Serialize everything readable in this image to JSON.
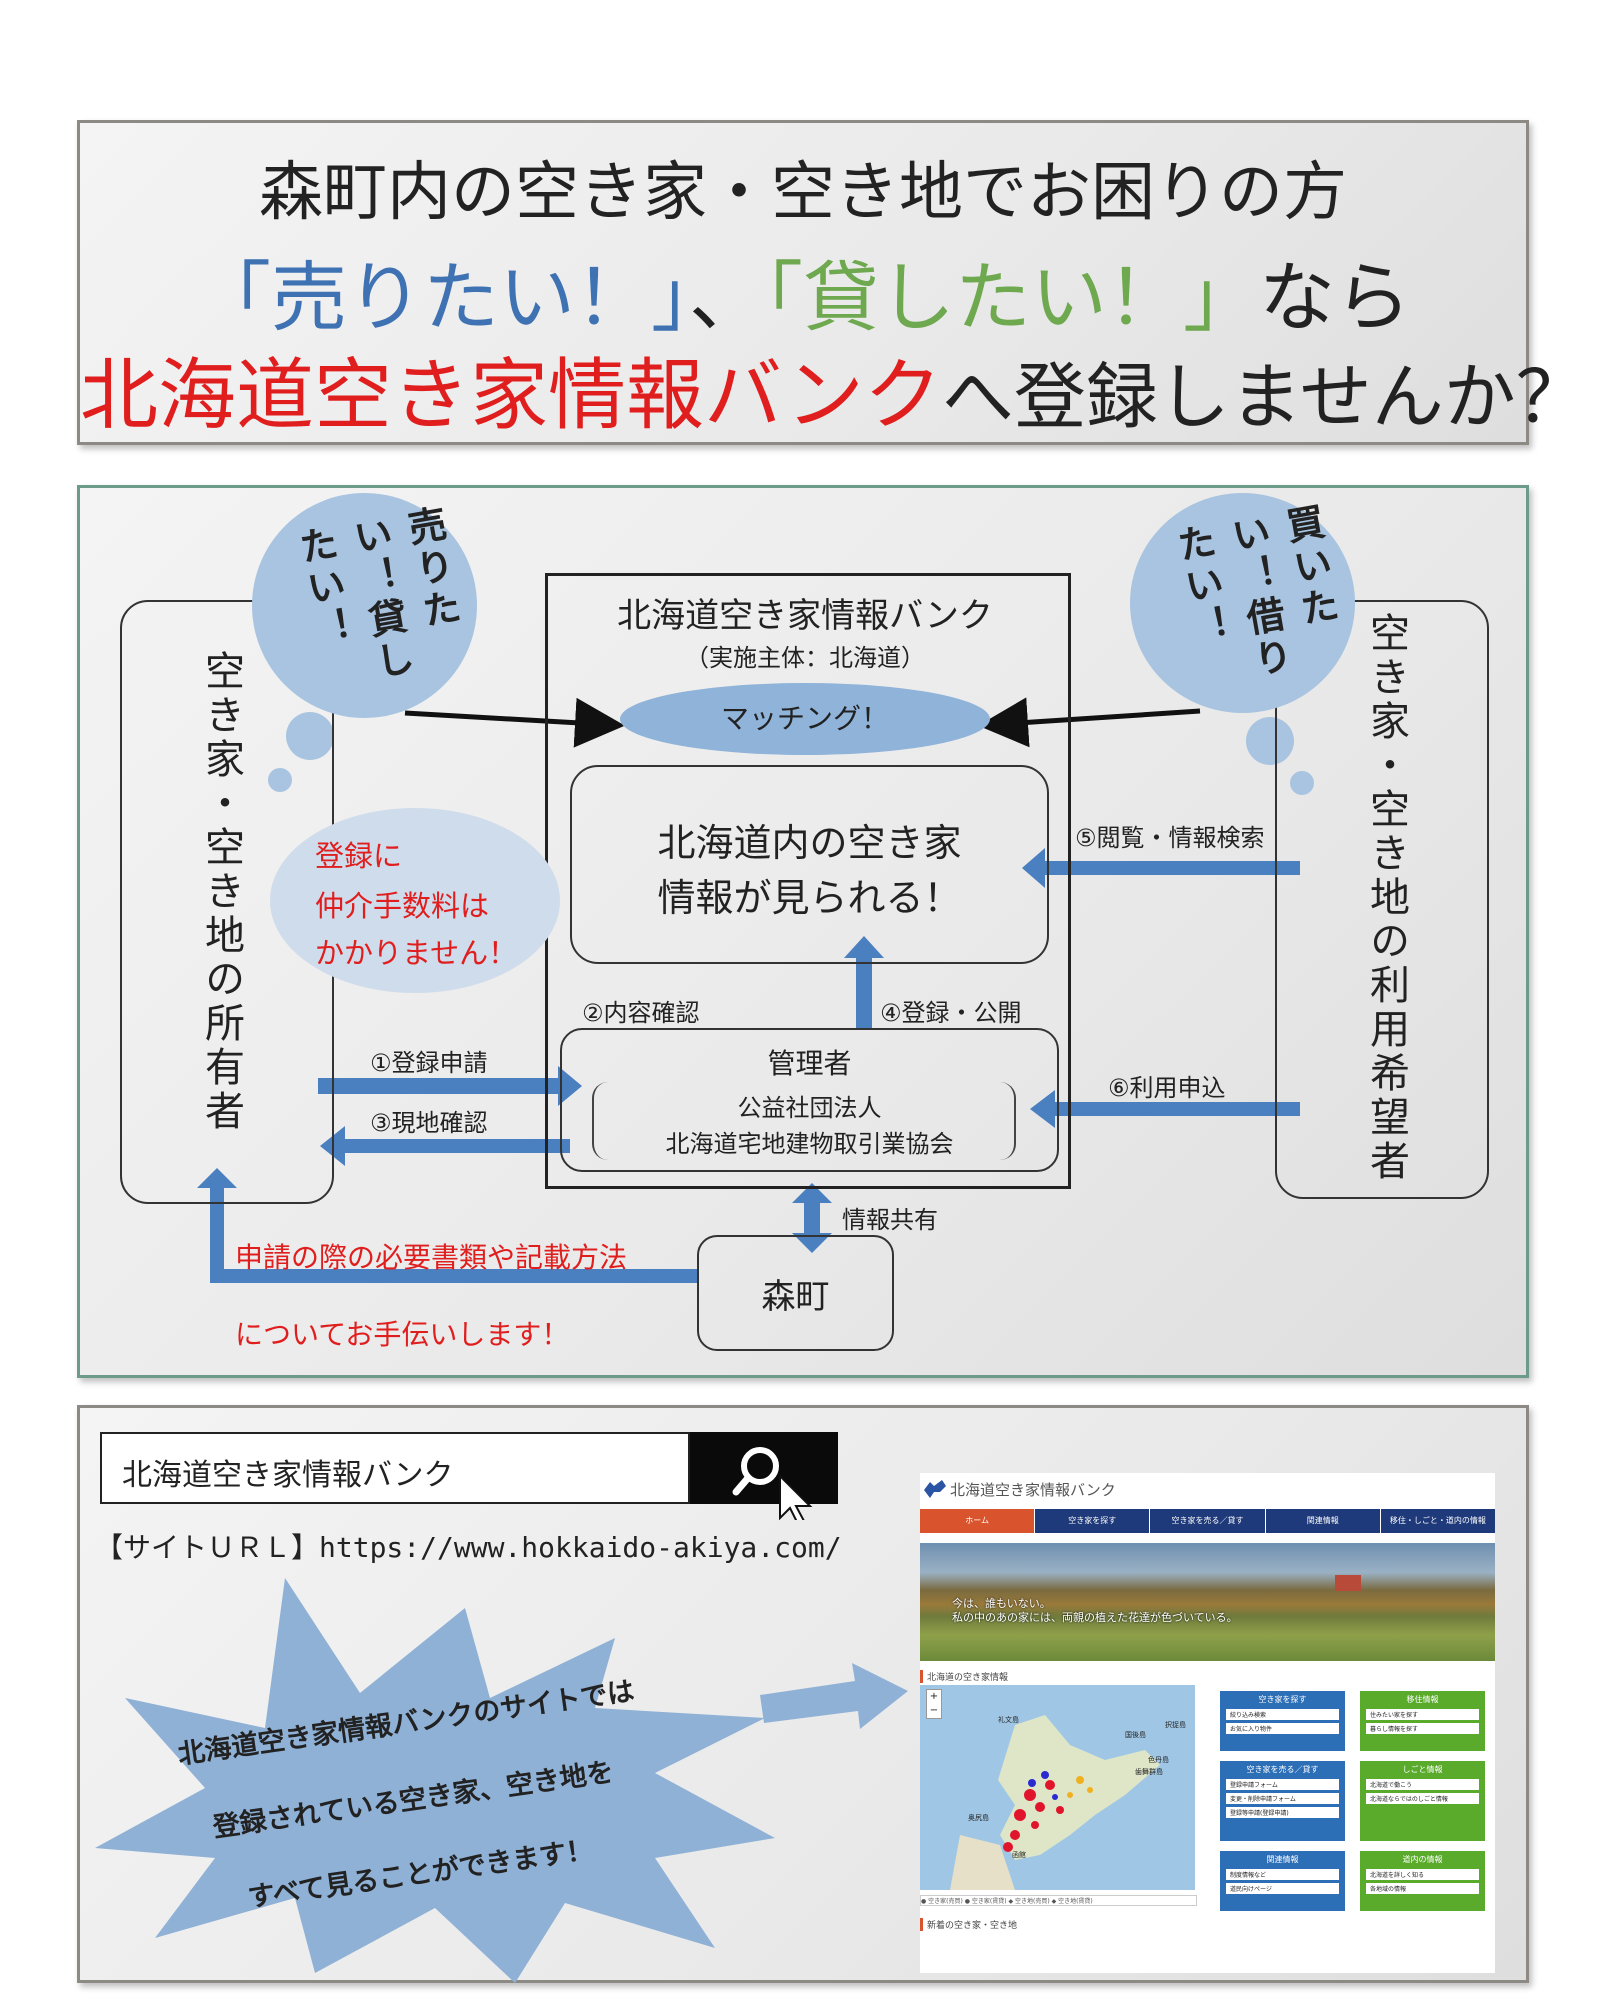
{
  "header": {
    "line1": "森町内の空き家・空き地でお困りの方",
    "sell": "「売りたい！」",
    "comma": "、",
    "rent": "「貸したい！」",
    "nara": "なら",
    "bank_name": "北海道空き家情報バンク",
    "register_question": "へ登録しませんか？"
  },
  "diagram": {
    "owner_label": "空き家・空き地の所有者",
    "user_label": "空き家・空き地の利用希望者",
    "owner_bubble": "売りたい！貸したい！",
    "user_bubble": "買いたい！借りたい！",
    "bank_title": "北海道空き家情報バンク",
    "bank_subtitle": "（実施主体：北海道）",
    "matching": "マッチング！",
    "view_line1": "北海道内の空き家",
    "view_line2": "情報が見られる！",
    "fee_line1": "登録に",
    "fee_line2": "仲介手数料は",
    "fee_line3": "かかりません！",
    "step1": "①登録申請",
    "step2": "②内容確認",
    "step3": "③現地確認",
    "step4": "④登録・公開",
    "step5": "⑤閲覧・情報検索",
    "step6": "⑥利用申込",
    "admin_title": "管理者",
    "admin_line1": "公益社団法人",
    "admin_line2": "北海道宅地建物取引業協会",
    "info_share": "情報共有",
    "town": "森町",
    "help_line1": "申請の際の必要書類や記載方法",
    "help_line2": "についてお手伝いします！"
  },
  "footer": {
    "search_text": "北海道空き家情報バンク",
    "site_url_label": "【サイトＵＲＬ】https://www.hokkaido-akiya.com/",
    "burst_line1": "北海道空き家情報バンクのサイトでは",
    "burst_line2": "登録されている空き家、空き地を",
    "burst_line3": "すべて見ることができます！",
    "site": {
      "logo": "北海道空き家情報バンク",
      "nav": [
        "ホーム",
        "空き家を探す",
        "空き家を売る／貸す",
        "関連情報",
        "移住・しごと・道内の情報"
      ],
      "hero_text1": "今は、誰もいない。",
      "hero_text2": "私の中のあの家には、両親の植えた花達が色づいている。",
      "map_heading": "北海道の空き家情報",
      "new_heading": "新着の空き家・空き地",
      "map_labels": [
        "礼文島",
        "国後島",
        "択捉島",
        "色丹島",
        "歯舞群島",
        "奥尻島",
        "函館"
      ],
      "blue_cards": [
        {
          "title": "空き家を探す",
          "items": [
            "絞り込み検索",
            "お気に入り物件"
          ]
        },
        {
          "title": "空き家を売る／貸す",
          "items": [
            "登録申請フォーム",
            "変更・削除申請フォーム",
            "登録等申請(登録申請)"
          ]
        },
        {
          "title": "関連情報",
          "items": [
            "制度情報など",
            "道民向けページ"
          ]
        }
      ],
      "green_cards": [
        {
          "title": "移住情報",
          "items": [
            "住みたい家を探す",
            "暮らし情報を探す"
          ]
        },
        {
          "title": "しごと情報",
          "items": [
            "北海道で働こう",
            "北海道ならではのしごと情報"
          ]
        },
        {
          "title": "道内の情報",
          "items": [
            "北海道を詳しく知る",
            "各地域の情報"
          ]
        }
      ],
      "legend": "● 空き家(売買) ● 空き家(賃貸) ◆ 空き地(売買) ◆ 空き地(賃貸)"
    }
  },
  "colors": {
    "blue_text": "#3f72b3",
    "green_text": "#6ea84f",
    "red_text": "#e01e1e",
    "arrow_blue": "#4a7fc0",
    "bubble_blue": "#a8c4e0",
    "site_nav": "#1f3a7a",
    "site_accent": "#d9532c"
  }
}
